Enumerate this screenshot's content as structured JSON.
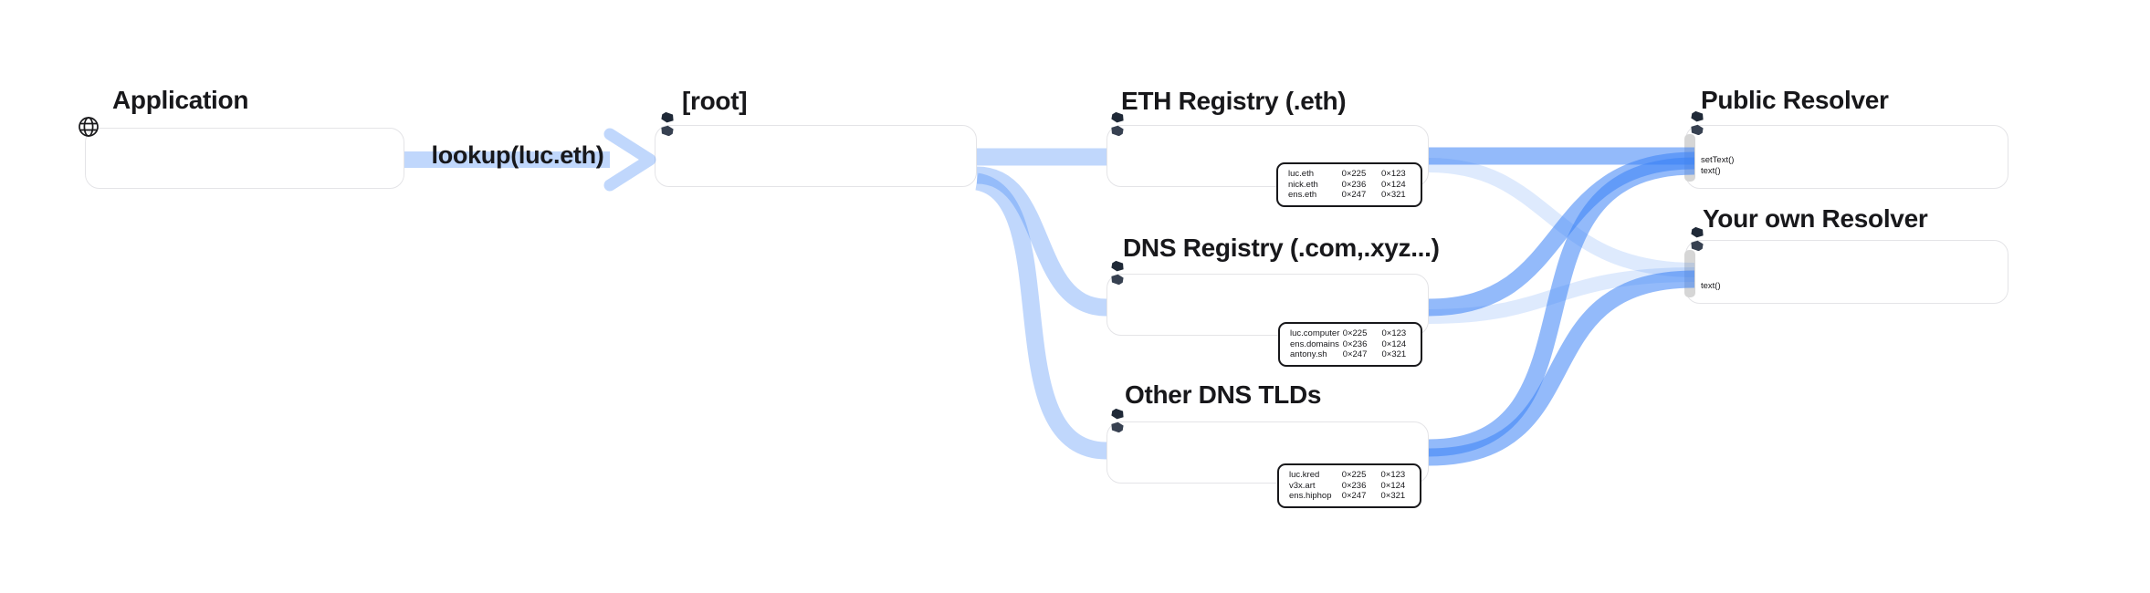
{
  "edge_label": "lookup(luc.eth)",
  "nodes": {
    "application": {
      "title": "Application",
      "icon": "globe-icon"
    },
    "root": {
      "title": "[root]",
      "icon": "sync-icon"
    },
    "eth_registry": {
      "title": "ETH Registry (.eth)",
      "icon": "sync-icon",
      "table": {
        "rows": [
          [
            "luc.eth",
            "0×225",
            "0×123"
          ],
          [
            "nick.eth",
            "0×236",
            "0×124"
          ],
          [
            "ens.eth",
            "0×247",
            "0×321"
          ]
        ]
      }
    },
    "dns_registry": {
      "title": "DNS Registry (.com,.xyz...)",
      "icon": "sync-icon",
      "table": {
        "rows": [
          [
            "luc.computer",
            "0×225",
            "0×123"
          ],
          [
            "ens.domains",
            "0×236",
            "0×124"
          ],
          [
            "antony.sh",
            "0×247",
            "0×321"
          ]
        ]
      }
    },
    "other_tlds": {
      "title": "Other DNS TLDs",
      "icon": "sync-icon",
      "table": {
        "rows": [
          [
            "luc.kred",
            "0×225",
            "0×123"
          ],
          [
            "v3x.art",
            "0×236",
            "0×124"
          ],
          [
            "ens.hiphop",
            "0×247",
            "0×321"
          ]
        ]
      }
    },
    "public_resolver": {
      "title": "Public Resolver",
      "icon": "sync-icon",
      "methods": [
        "setText()",
        "text()"
      ]
    },
    "own_resolver": {
      "title": "Your own Resolver",
      "icon": "sync-icon",
      "methods": [
        "text()"
      ]
    }
  },
  "edges": [
    {
      "from": "Application",
      "to": "[root]",
      "label": "lookup(luc.eth)",
      "emphasis": "medium"
    },
    {
      "from": "[root]",
      "to": "ETH Registry (.eth)",
      "emphasis": "medium"
    },
    {
      "from": "[root]",
      "to": "DNS Registry (.com,.xyz...)",
      "emphasis": "medium"
    },
    {
      "from": "[root]",
      "to": "Other DNS TLDs",
      "emphasis": "medium"
    },
    {
      "from": "ETH Registry (.eth)",
      "to": "Public Resolver",
      "emphasis": "strong"
    },
    {
      "from": "ETH Registry (.eth)",
      "to": "Your own Resolver",
      "emphasis": "faint"
    },
    {
      "from": "DNS Registry (.com,.xyz...)",
      "to": "Public Resolver",
      "emphasis": "strong"
    },
    {
      "from": "DNS Registry (.com,.xyz...)",
      "to": "Your own Resolver",
      "emphasis": "faint"
    },
    {
      "from": "Other DNS TLDs",
      "to": "Public Resolver",
      "emphasis": "strong"
    },
    {
      "from": "Other DNS TLDs",
      "to": "Your own Resolver",
      "emphasis": "strong"
    }
  ],
  "colors": {
    "edge_blue": "#3b82f6",
    "node_border": "#e4e4e7",
    "table_border": "#18181b",
    "port_gray": "#d6d6d6",
    "text": "#18181b",
    "background": "#ffffff"
  }
}
